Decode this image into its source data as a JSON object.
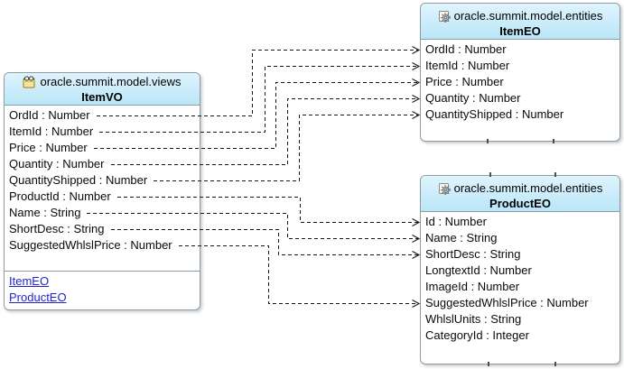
{
  "diagram": {
    "boxes": [
      {
        "id": "itemvo",
        "kind": "view",
        "icon": "view-object-icon",
        "package": "oracle.summit.model.views",
        "title": "ItemVO",
        "attributes": [
          "OrdId : Number",
          "ItemId : Number",
          "Price : Number",
          "Quantity : Number",
          "QuantityShipped : Number",
          "ProductId : Number",
          "Name : String",
          "ShortDesc : String",
          "SuggestedWhlslPrice : Number"
        ],
        "links": [
          "ItemEO",
          "ProductEO"
        ]
      },
      {
        "id": "itemeo",
        "kind": "entity",
        "icon": "entity-object-icon",
        "package": "oracle.summit.model.entities",
        "title": "ItemEO",
        "attributes": [
          "OrdId : Number",
          "ItemId : Number",
          "Price : Number",
          "Quantity : Number",
          "QuantityShipped : Number"
        ],
        "links": []
      },
      {
        "id": "producteo",
        "kind": "entity",
        "icon": "entity-object-icon",
        "package": "oracle.summit.model.entities",
        "title": "ProductEO",
        "attributes": [
          "Id : Number",
          "Name : String",
          "ShortDesc : String",
          "LongtextId : Number",
          "ImageId : Number",
          "SuggestedWhlslPrice : Number",
          "WhlslUnits : String",
          "CategoryId : Integer"
        ],
        "links": []
      }
    ],
    "connectors": [
      {
        "from_box": "itemvo",
        "from_attr": 0,
        "to_box": "itemeo",
        "to_attr": 0
      },
      {
        "from_box": "itemvo",
        "from_attr": 1,
        "to_box": "itemeo",
        "to_attr": 1
      },
      {
        "from_box": "itemvo",
        "from_attr": 2,
        "to_box": "itemeo",
        "to_attr": 2
      },
      {
        "from_box": "itemvo",
        "from_attr": 3,
        "to_box": "itemeo",
        "to_attr": 3
      },
      {
        "from_box": "itemvo",
        "from_attr": 4,
        "to_box": "itemeo",
        "to_attr": 4
      },
      {
        "from_box": "itemvo",
        "from_attr": 5,
        "to_box": "producteo",
        "to_attr": 0
      },
      {
        "from_box": "itemvo",
        "from_attr": 6,
        "to_box": "producteo",
        "to_attr": 1
      },
      {
        "from_box": "itemvo",
        "from_attr": 7,
        "to_box": "producteo",
        "to_attr": 2
      },
      {
        "from_box": "itemvo",
        "from_attr": 8,
        "to_box": "producteo",
        "to_attr": 5
      }
    ],
    "colors": {
      "header_fill_top": "#e0f4fd",
      "header_fill_bottom": "#b9e6f8",
      "box_border": "#8f9aa4",
      "link_text": "#2323cc",
      "connector_line": "#1a1a1a",
      "view_icon_yellow": "#f7e6a0",
      "background": "#ffffff"
    }
  }
}
